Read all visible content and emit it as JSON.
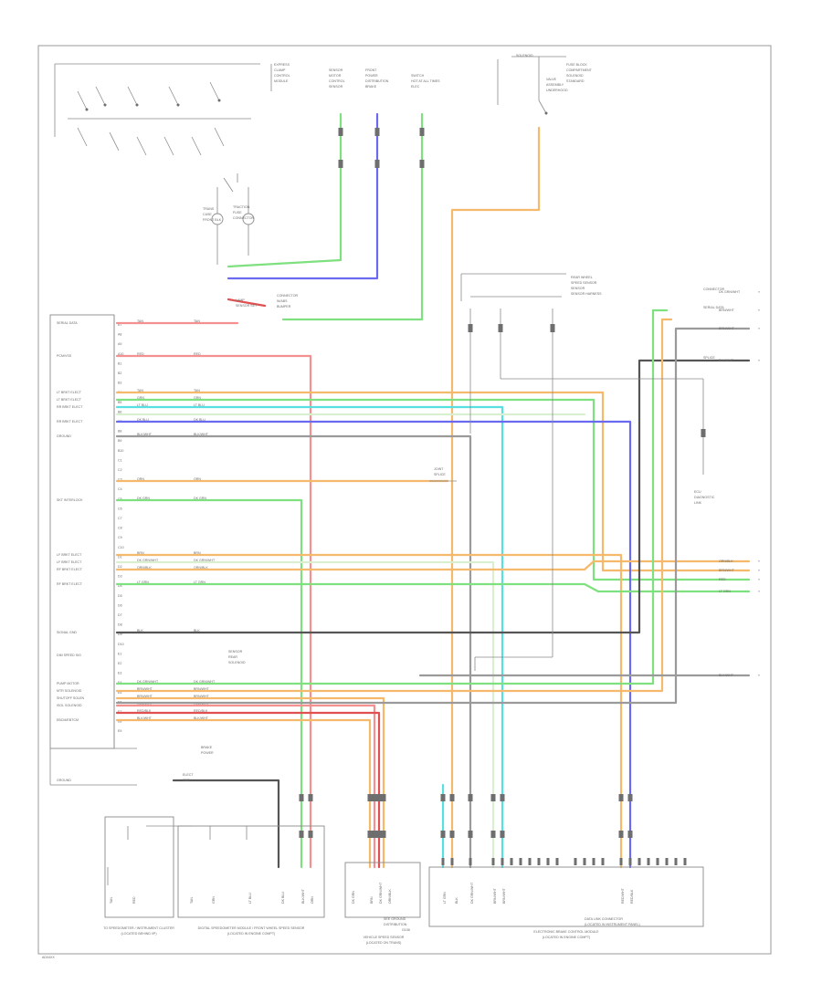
{
  "diagram": {
    "footer_code": "AD04XX",
    "colors": {
      "orange": "#f5b96b",
      "green": "#7ee07e",
      "blue": "#6a6af0",
      "cyan": "#56e0e0",
      "pink": "#f59090",
      "red": "#e05050",
      "black": "#555555",
      "gray": "#9a9a9a",
      "yellow": "#e8d870",
      "lightgreen": "#b8f0a0"
    },
    "ecm": {
      "left_labels": [
        "SERIAL DATA",
        "PCM/VSS",
        "LT BRKT ELECT",
        "LT BRKT ELECT",
        "RR BRKT ELECT",
        "RR BRKT ELECT",
        "GROUND",
        "SKT INTERLOCK",
        "LF BRKT ELECT",
        "LF BRKT ELECT",
        "RF BRKT ELECT",
        "RF BRKT ELECT",
        "SIGNAL GND",
        "DIM SPEED SIG",
        "PUMP MOTOR",
        "MTR SOLENOID",
        "SHUTOFF SOLEN",
        "ISOL SOLENOID",
        "EBCM/EBTCM",
        "GROUND"
      ],
      "pin_labels": [
        "A7",
        "A8",
        "A9",
        "A10",
        "B1",
        "B2",
        "B3",
        "B4",
        "B5",
        "B6",
        "B7",
        "B8",
        "B9",
        "B10",
        "C1",
        "C2",
        "C3",
        "C4",
        "C5",
        "C6",
        "C7",
        "C8",
        "C9",
        "C10",
        "D1",
        "D2",
        "D3",
        "D4",
        "D5",
        "D6",
        "D7",
        "D8",
        "D9",
        "D10",
        "E1",
        "E2",
        "E3",
        "E4",
        "E5",
        "E6",
        "E7",
        "E8",
        "E9"
      ],
      "wire_labels": [
        "TAN",
        "RED",
        "TAN",
        "GRN",
        "LT BLU",
        "DK BLU",
        "BLK/WHT",
        "ORN",
        "DK GRN",
        "BRN",
        "DK GRN/WHT",
        "ORN/BLK",
        "LT GRN",
        "BLK",
        "DK GRN/WHT",
        "BRN/WHT",
        "BRN/WHT",
        "RED/WHT",
        "RED/BLK",
        "BLK/WHT"
      ]
    },
    "callouts": [
      "EXPRESS",
      "CLAMP",
      "CONTROL",
      "MODULE",
      "SENSOR",
      "MOTOR",
      "CONTROL",
      "SENSOR",
      "FRONT",
      "POWER",
      "DISTRIBUTION",
      "BRAKE",
      "SWITCH",
      "HOT AT ALL TIMES",
      "ELEC",
      "SOLENOID",
      "VALVE",
      "ASSEMBLY",
      "UNDERHOOD",
      "FUSE BLOCK",
      "COMPARTMENT",
      "SOLENOID",
      "STANDARD",
      "TRACTION",
      "FUSE",
      "CONNECTOR",
      "TRANS",
      "CASE",
      "FRONT BLK",
      "LAMP",
      "SENSOR SET",
      "CONNECTOR",
      "W/ABS",
      "BUMPER",
      "JOINT",
      "SPLICE",
      "REAR WHEEL",
      "SPEED SENSOR",
      "SENSOR",
      "SENSOR HARNESS",
      "CONNECTOR",
      "SERIAL DATA",
      "SPLICE",
      "ECU",
      "DIAGNOSTIC",
      "LINK",
      "DATA LINK CONNECTOR",
      "(LOCATED IN INSTRUMENT PANEL)",
      "SENSOR",
      "REAR",
      "SOLENOID",
      "BRAKE",
      "POWER",
      "ELECT",
      "GND",
      "SEE GROUND",
      "DISTRIBUTION",
      "G108"
    ],
    "right_edge_labels": [
      "DK GRN/WHT",
      "BRN/WHT",
      "BRN/WHT",
      "BLK/WHT",
      "ORN/BLK",
      "BRN/WHT",
      "RED",
      "LT GRN",
      "BLK/WHT"
    ],
    "bottom_modules": [
      {
        "title": "TO SPEEDOMETER / INSTRUMENT CLUSTER",
        "sub": "(LOCATED BEHIND I/P)"
      },
      {
        "title": "DIGITAL SPEEDOMETER MODULE / FRONT WHEEL SPEED SENSOR",
        "sub": "(LOCATED IN ENGINE COMPT)"
      },
      {
        "title": "VEHICLE SPEED SENSOR",
        "sub": "(LOCATED ON TRANS)"
      },
      {
        "title": "ELECTRONIC BRAKE CONTROL MODULE",
        "sub": "(LOCATED IN ENGINE COMPT)"
      }
    ]
  }
}
